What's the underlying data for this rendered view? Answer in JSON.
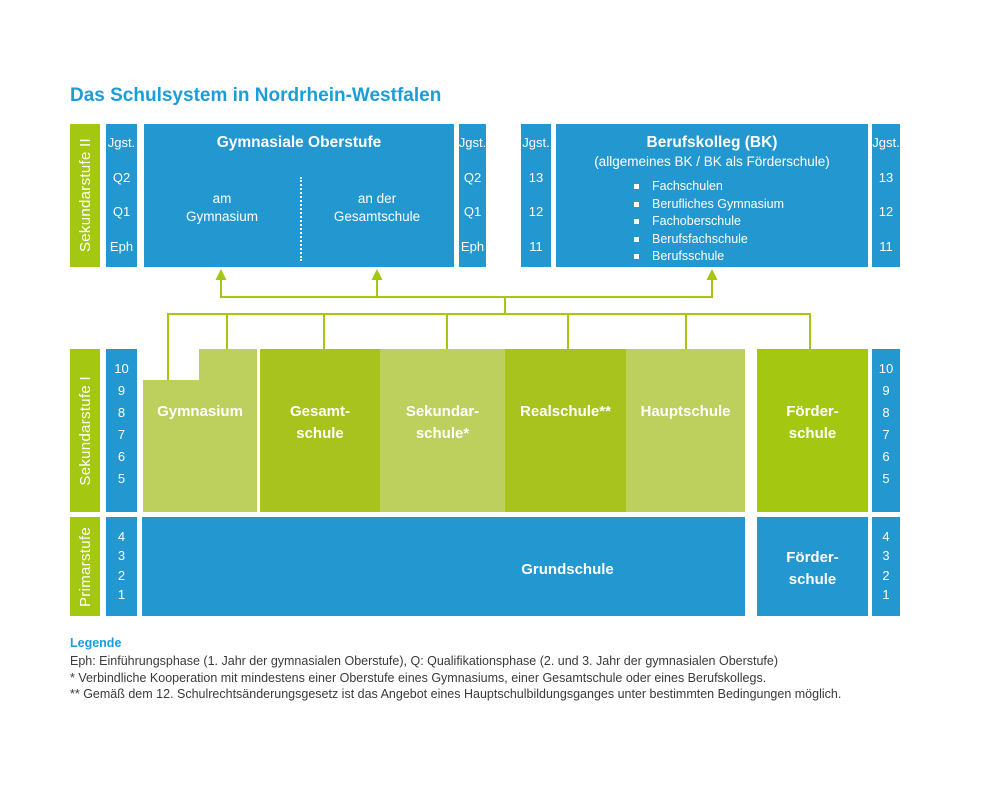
{
  "title": "Das Schulsystem in Nordrhein-Westfalen",
  "colors": {
    "blue": "#2397cf",
    "title_blue": "#1b9dd9",
    "vivid_green": "#a4c712",
    "mid_green": "#a8c31e",
    "light_green": "#bdd05e"
  },
  "sek2": {
    "sidebar": "Sekundarstufe II",
    "jgst_header": "Jgst.",
    "gym_levels": [
      "Q2",
      "Q1",
      "Eph"
    ],
    "bk_levels": [
      "13",
      "12",
      "11"
    ],
    "gym_box": {
      "title": "Gymnasiale Oberstufe",
      "left": "am\nGymnasium",
      "right": "an der\nGesamtschule"
    },
    "bk_box": {
      "title": "Berufskolleg (BK)",
      "subtitle": "(allgemeines BK / BK als Förderschule)",
      "items": [
        "Fachschulen",
        "Berufliches Gymnasium",
        "Fachoberschule",
        "Berufsfachschule",
        "Berufsschule"
      ]
    }
  },
  "sek1": {
    "sidebar": "Sekundarstufe I",
    "levels": [
      "10",
      "9",
      "8",
      "7",
      "6",
      "5"
    ],
    "schools": {
      "gymnasium": "Gymnasium",
      "gesamtschule": "Gesamt-\nschule",
      "sekundarschule": "Sekundar-\nschule*",
      "realschule": "Realschule**",
      "hauptschule": "Hauptschule",
      "foerderschule": "Förder-\nschule"
    }
  },
  "primar": {
    "sidebar": "Primarstufe",
    "levels": [
      "4",
      "3",
      "2",
      "1"
    ],
    "grundschule": "Grundschule",
    "foerderschule": "Förder-\nschule"
  },
  "legend": {
    "title": "Legende",
    "lines": [
      "Eph: Einführungsphase (1. Jahr der gymnasialen Oberstufe), Q: Qualifikationsphase (2. und 3. Jahr der gymnasialen Oberstufe)",
      "* Verbindliche Kooperation mit mindestens einer Oberstufe eines Gymnasiums, einer Gesamtschule oder eines Berufskollegs.",
      "** Gemäß dem 12. Schulrechtsänderungsgesetz ist das Angebot eines Hauptschulbildungsganges unter bestimmten Bedingungen möglich."
    ]
  }
}
